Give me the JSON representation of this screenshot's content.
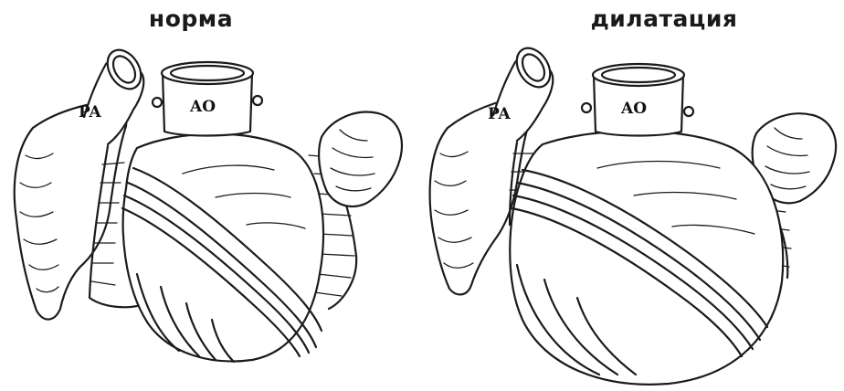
{
  "panels": [
    {
      "title": "норма",
      "labels": {
        "pulmonary_artery": "PA",
        "aorta": "AO"
      },
      "state": "normal"
    },
    {
      "title": "дилатация",
      "labels": {
        "pulmonary_artery": "PA",
        "aorta": "AO"
      },
      "state": "dilated"
    }
  ]
}
